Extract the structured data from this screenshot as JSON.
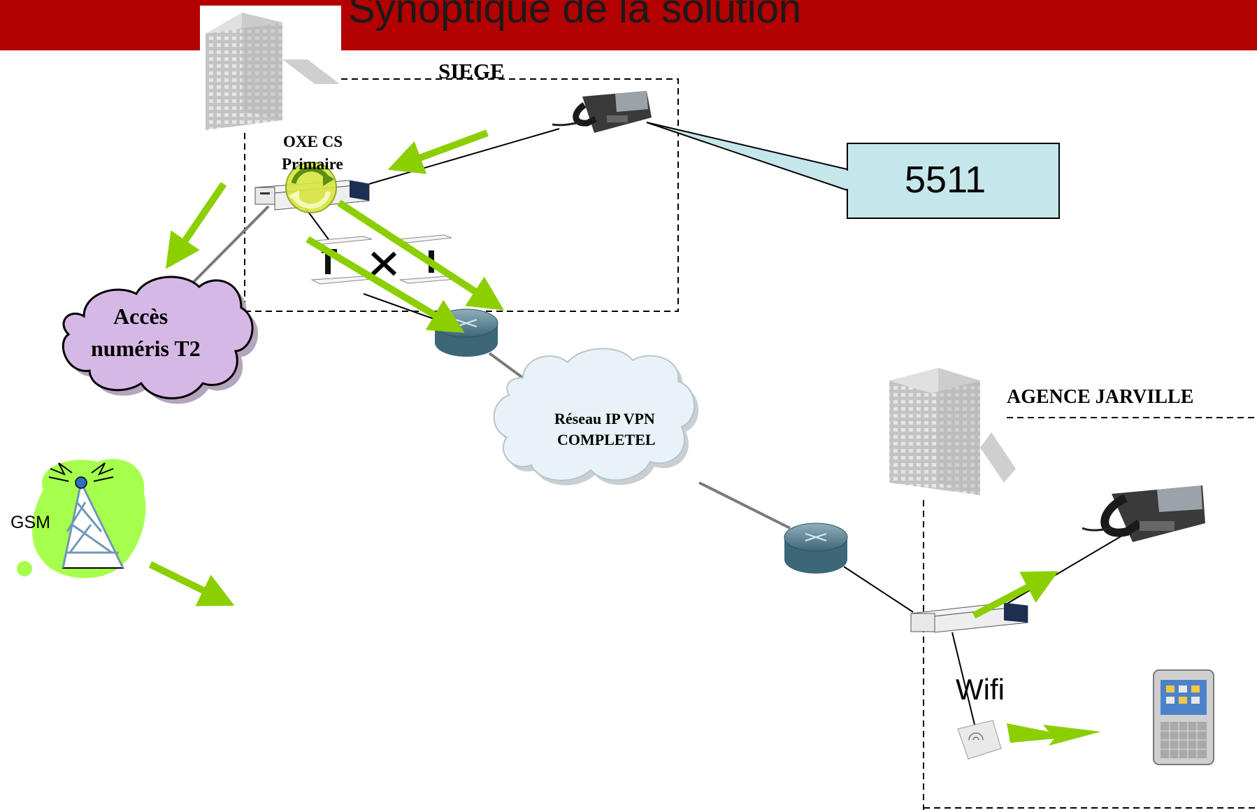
{
  "title": "Synoptique de la solution",
  "sites": {
    "siege": "SIEGE",
    "agence": "AGENCE JARVILLE"
  },
  "labels": {
    "pbx_line1": "OXE CS",
    "pbx_line2": "Primaire",
    "isdn_line1": "Accès",
    "isdn_line2": "numéris T2",
    "vpn_line1": "Réseau IP VPN",
    "vpn_line2": "COMPLETEL",
    "gsm": "GSM",
    "wifi": "Wifi",
    "callout": "5511"
  },
  "colors": {
    "banner": "#b30000",
    "arrow": "#8ccf00",
    "callout_fill": "#c5e6ea",
    "cloud_isdn": "#d6b8e6",
    "cloud_vpn": "#e8f2f7",
    "gsm_blob": "#a6ff4d"
  }
}
